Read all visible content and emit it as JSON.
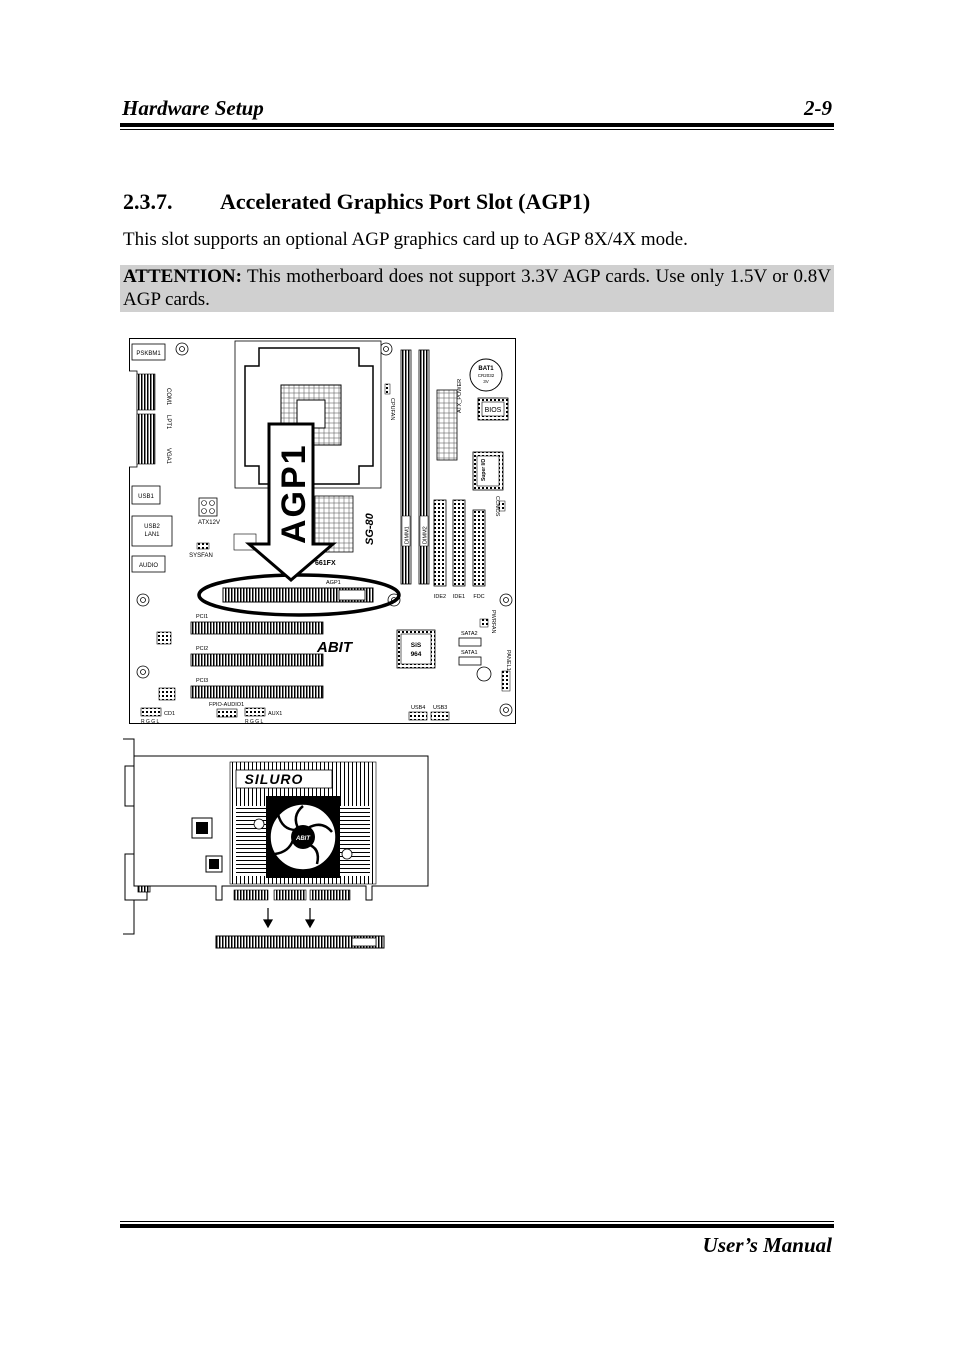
{
  "header": {
    "left": "Hardware Setup",
    "right": "2-9"
  },
  "section": {
    "number": "2.3.7.",
    "title": "Accelerated Graphics Port Slot (AGP1)"
  },
  "paragraph": "This slot supports an optional AGP graphics card up to AGP 8X/4X mode.",
  "attention": {
    "label": "ATTENTION:",
    "text": " This motherboard does not support 3.3V AGP cards. Use only 1.5V or 0.8V AGP cards."
  },
  "board": {
    "labels": {
      "pskbm1": "PSKBM1",
      "com1": "COM1",
      "lpt1": "LPT1",
      "vga1": "VGA1",
      "usb1": "USB1",
      "usb2lan1_a": "USB2",
      "usb2lan1_b": "LAN1",
      "audio": "AUDIO",
      "atx12v": "ATX12V",
      "sysfan": "SYSFAN",
      "cpufan": "CPUFAN",
      "atx_power": "ATX_POWER",
      "bat1": "BAT1",
      "cr2032": "CR2032",
      "v3": "3V",
      "bios": "BIOS",
      "superio": "Super I/O",
      "ccmos": "CCMOS",
      "dimm1": "DIMM1",
      "dimm2": "DIMM2",
      "ide2": "IDE2",
      "ide1": "IDE1",
      "fdc": "FDC",
      "sg80": "SG-80",
      "chip661": "661FX",
      "agp1_small": "AGP1",
      "agp1_big": "AGP1",
      "pci1": "PCI1",
      "pci2": "PCI2",
      "pci3": "PCI3",
      "sis964_a": "SiS",
      "sis964_b": "964",
      "sata2": "SATA2",
      "sata1": "SATA1",
      "pwrfan": "PWRFAN",
      "panel1": "PANEL1",
      "cd1": "CD1",
      "aux1": "AUX1",
      "rggl1": "R G G L",
      "rggl2": "R G G L",
      "fpio": "FPIO-AUDIO1",
      "usb4": "USB4",
      "usb3": "USB3",
      "abit": "ABIT"
    }
  },
  "card": {
    "brand": "SILURO",
    "fan_logo": "ABIT"
  },
  "footer": {
    "right": "User’s Manual"
  }
}
